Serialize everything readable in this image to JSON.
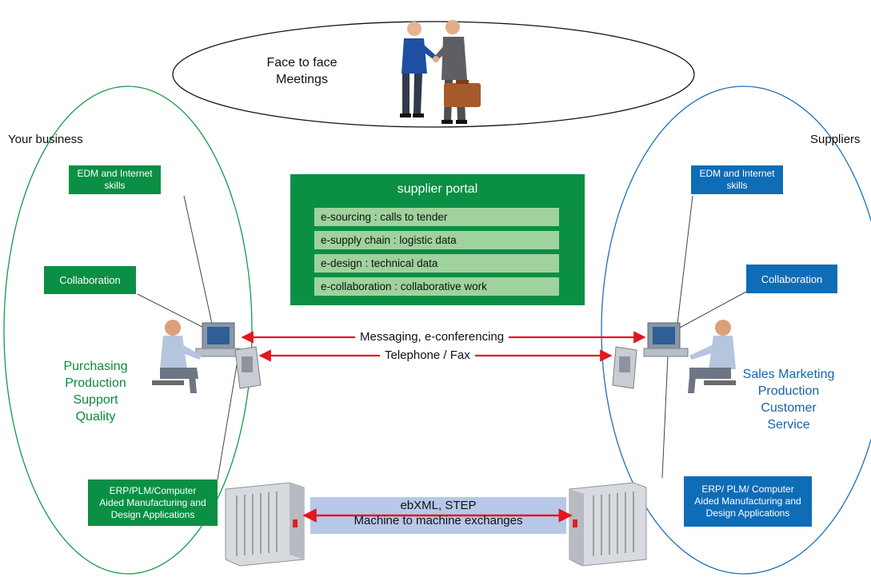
{
  "meetings": {
    "line1": "Face to face",
    "line2": "Meetings"
  },
  "left": {
    "title": "Your business",
    "edm": {
      "line1": "EDM and Internet",
      "line2": "skills"
    },
    "collaboration": "Collaboration",
    "roles": [
      "Purchasing",
      "Production",
      "Support",
      "Quality"
    ],
    "erp": [
      "ERP/PLM/Computer",
      "Aided Manufacturing and",
      "Design Applications"
    ]
  },
  "right": {
    "title": "Suppliers",
    "edm": {
      "line1": "EDM and Internet",
      "line2": "skills"
    },
    "collaboration": "Collaboration",
    "roles": [
      "Sales Marketing",
      "Production",
      "Customer",
      "Service"
    ],
    "erp": [
      "ERP/ PLM/ Computer",
      "Aided Manufacturing and",
      "Design Applications"
    ]
  },
  "portal": {
    "title": "supplier portal",
    "items": [
      "e-sourcing : calls to tender",
      "e-supply chain : logistic data",
      "e-design : technical data",
      "e-collaboration : collaborative work"
    ]
  },
  "links": {
    "messaging": "Messaging, e-conferencing",
    "telephone": "Telephone / Fax",
    "machine_line1": "ebXML, STEP",
    "machine_line2": "Machine to machine exchanges"
  },
  "colors": {
    "green": "#0a8f45",
    "blue": "#0f6cb6",
    "arrow": "#e3171d",
    "portal_item": "#9fd29d",
    "machine_band": "#b7c8e8"
  }
}
